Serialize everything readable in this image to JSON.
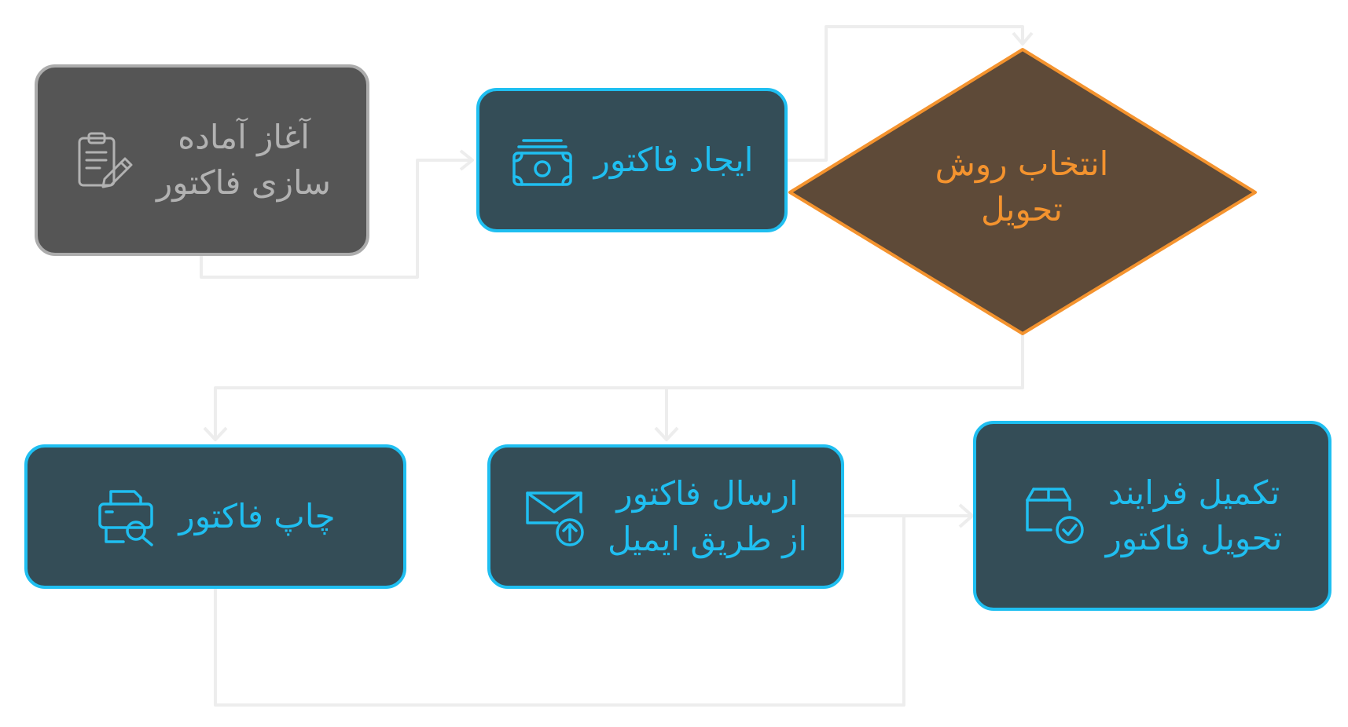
{
  "nodes": {
    "start": {
      "label": "آغاز آماده\nسازی فاکتور",
      "icon": "clipboard-edit-icon"
    },
    "create": {
      "label": "ایجاد فاکتور",
      "icon": "money-stack-icon"
    },
    "decision": {
      "label": "انتخاب روش\nتحویل"
    },
    "print": {
      "label": "چاپ فاکتور",
      "icon": "printer-search-icon"
    },
    "email": {
      "label": "ارسال فاکتور\nاز طریق ایمیل",
      "icon": "email-upload-icon"
    },
    "complete": {
      "label": "تکمیل فرایند\nتحویل فاکتور",
      "icon": "box-check-icon"
    }
  },
  "colors": {
    "active_fill": "#344D57",
    "active_border": "#1FBFF1",
    "start_fill": "#555555",
    "start_border": "#ACACAC",
    "decision_fill": "#5E4A38",
    "decision_border": "#F4932E",
    "connector": "#EDEDED"
  }
}
